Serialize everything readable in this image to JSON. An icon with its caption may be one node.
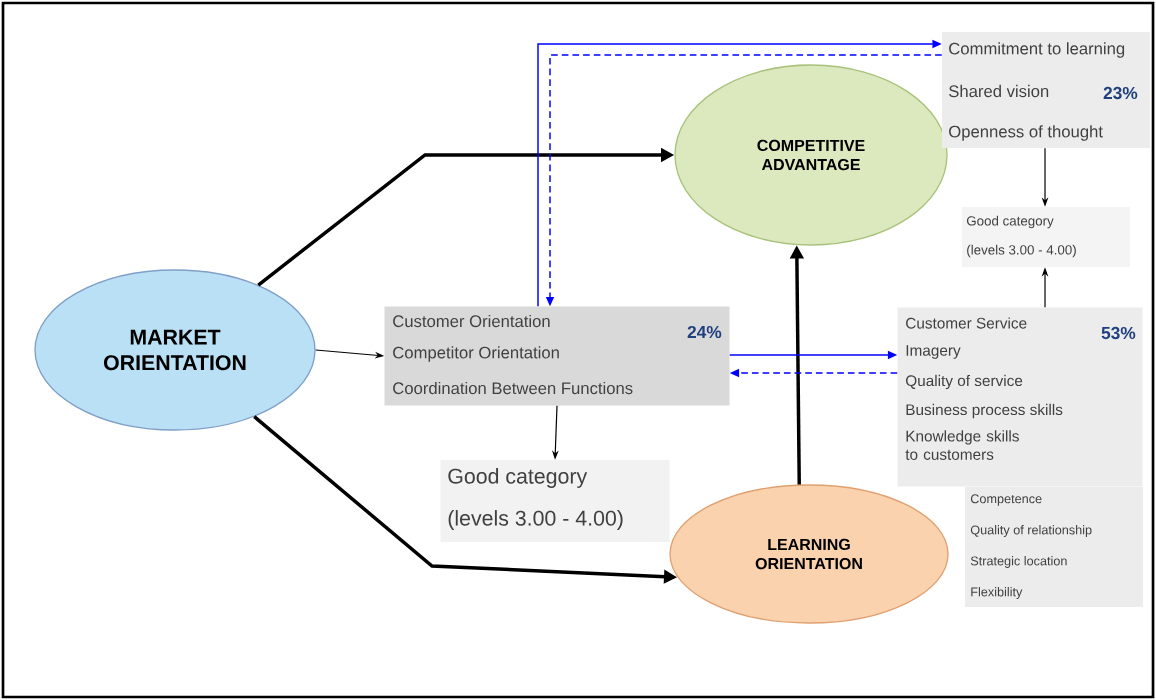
{
  "diagram": {
    "nodes": [
      {
        "text": [
          "MARKET ORIENTATION"
        ]
      },
      {
        "text": [
          "COMPETITIVE ADVANTAGE"
        ]
      },
      {
        "text": [
          "LEARNING ORIENTATION"
        ]
      },
      {
        "text": [
          "Customer Orientation",
          "Competitor Orientation",
          "Coordination Between Functions",
          "24%"
        ]
      },
      {
        "text": [
          "Good category",
          "(levels 3.00 - 4.00)"
        ]
      },
      {
        "text": [
          "Commitment to learning",
          "Shared vision",
          "Openness of thought",
          "23%"
        ]
      },
      {
        "text": [
          "Good category",
          "(levels 3.00 - 4.00)"
        ]
      },
      {
        "text": [
          "Customer Service",
          "Imagery",
          "Quality of service",
          "Business process skills",
          "Knowledge skills to customers",
          "53%"
        ]
      },
      {
        "text": [
          "Competence",
          "Quality of relationship",
          "Strategic location",
          "Flexibility"
        ]
      }
    ],
    "edges": [
      {
        "from": 0,
        "to": 1,
        "arrow": "to",
        "style": "thick"
      },
      {
        "from": 0,
        "to": 2,
        "arrow": "to",
        "style": "thick"
      },
      {
        "from": 0,
        "to": 3,
        "arrow": "to"
      },
      {
        "from": 3,
        "to": 4,
        "arrow": "to"
      },
      {
        "from": 2,
        "to": 1,
        "arrow": "to",
        "style": "thick"
      },
      {
        "from": 3,
        "to": 7,
        "arrow": "to",
        "color": "#0000ff"
      },
      {
        "from": 7,
        "to": 3,
        "arrow": "to",
        "style": "dashed",
        "color": "#0000ff"
      },
      {
        "from": 3,
        "to": 5,
        "arrow": "to",
        "color": "#0000ff"
      },
      {
        "from": 5,
        "to": 3,
        "arrow": "to",
        "style": "dashed",
        "color": "#0000ff"
      },
      {
        "from": 5,
        "to": 6,
        "arrow": "to"
      },
      {
        "from": 7,
        "to": 6,
        "arrow": "to"
      }
    ]
  }
}
